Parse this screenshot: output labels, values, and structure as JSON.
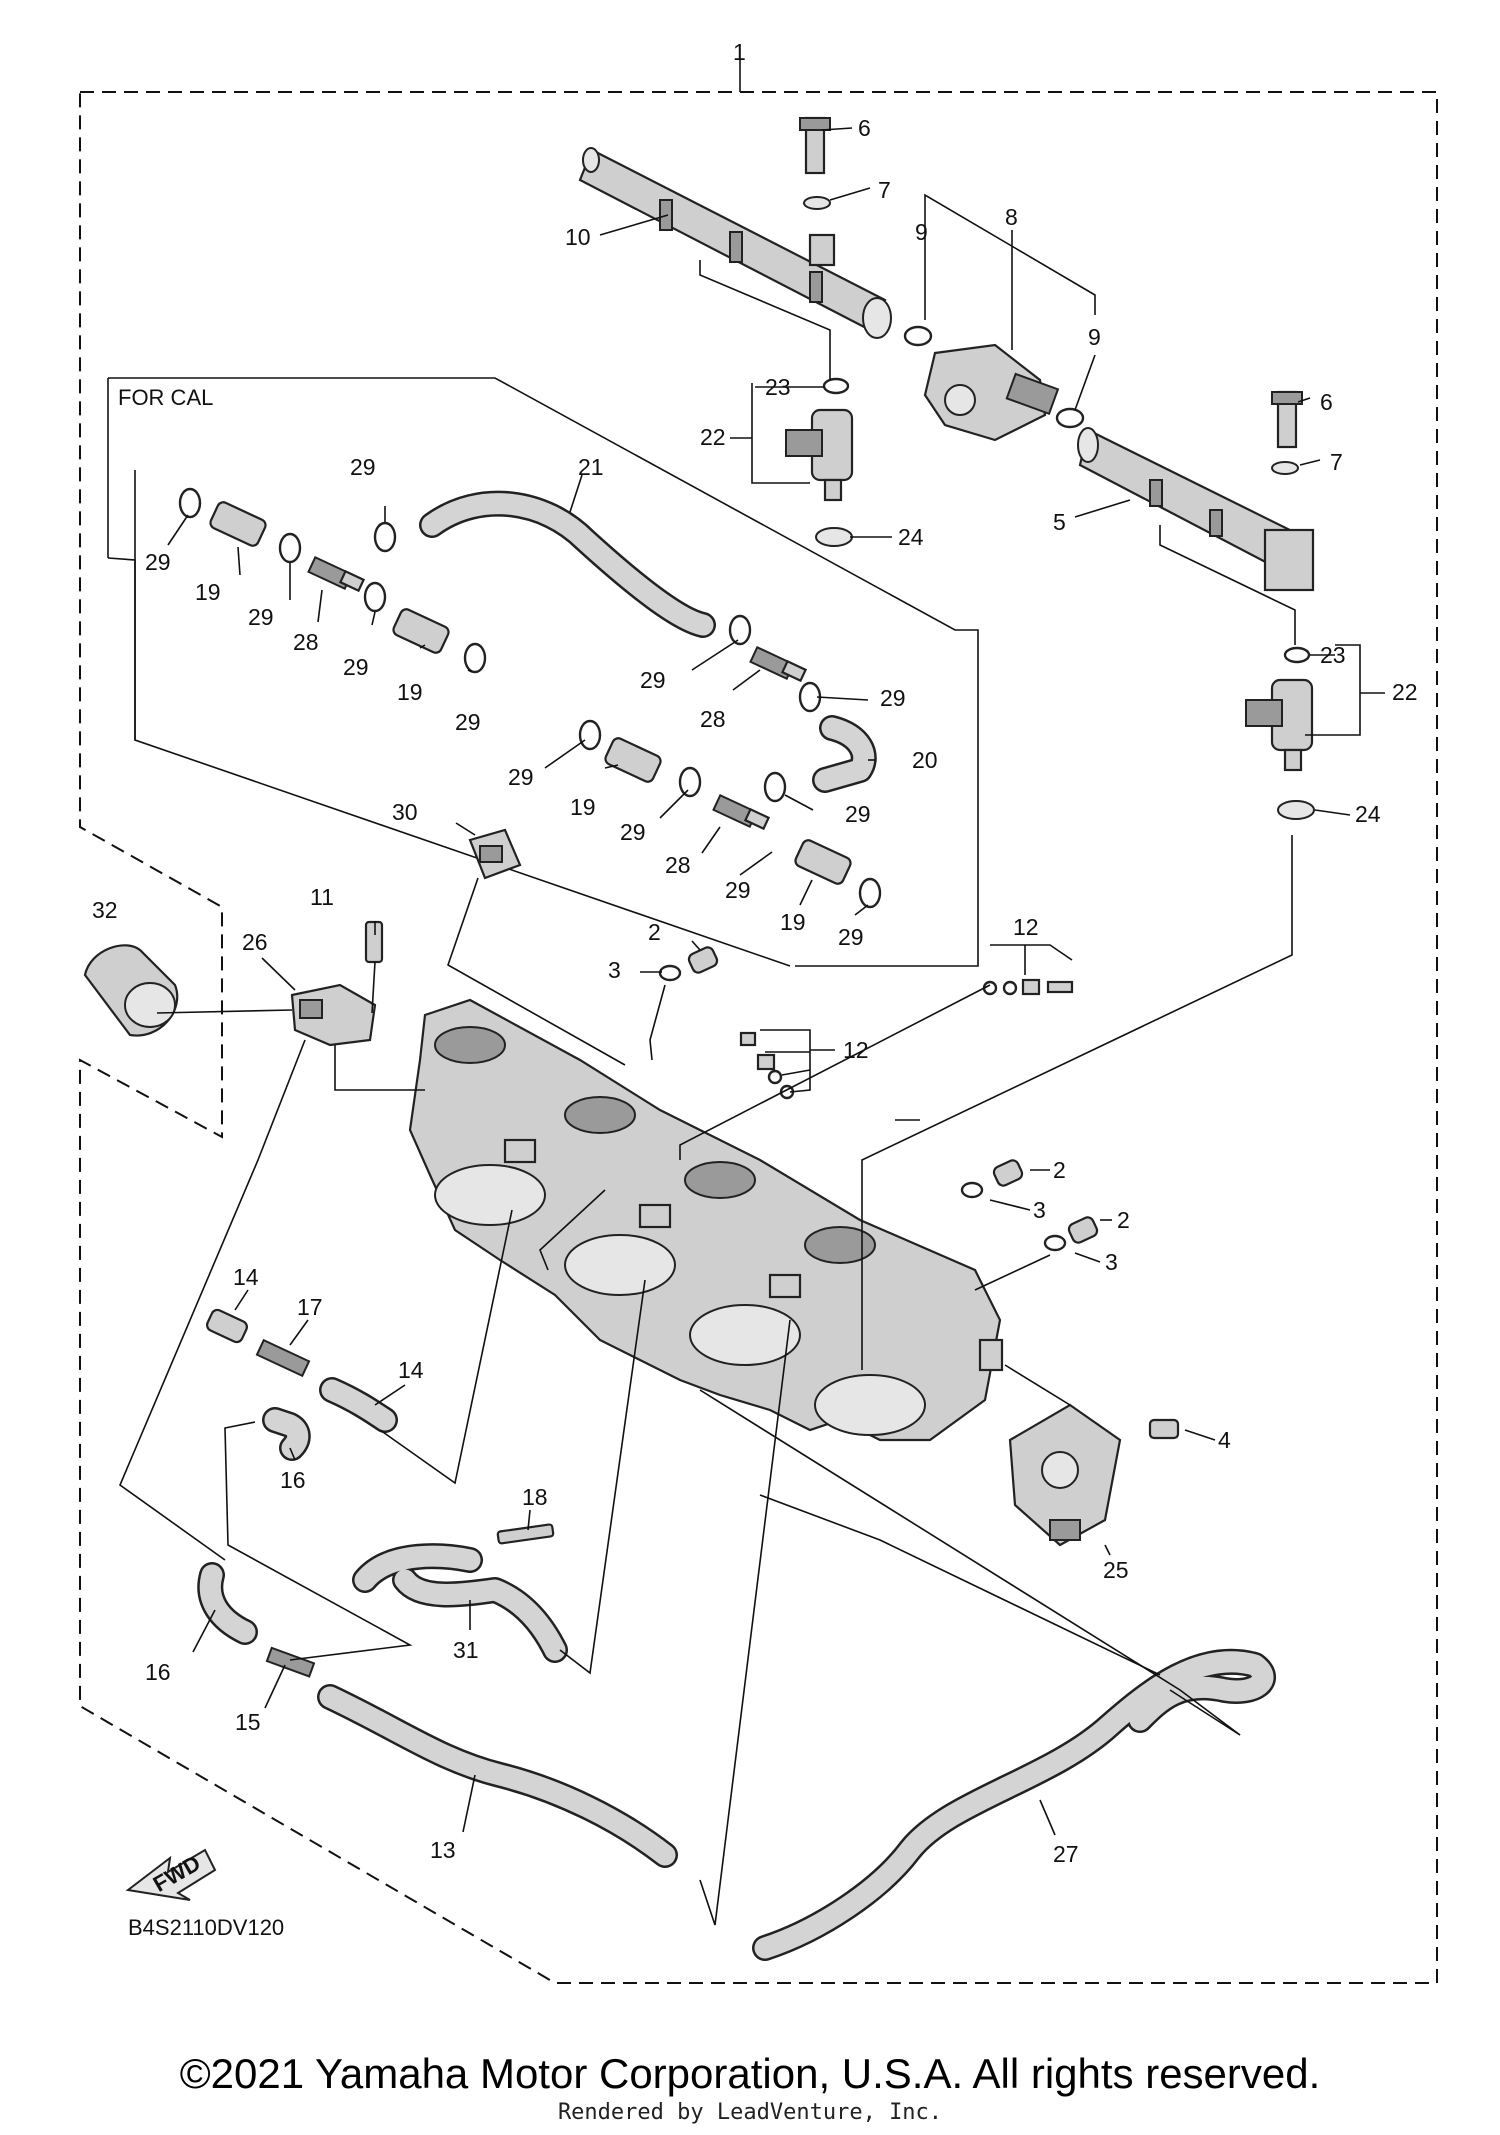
{
  "diagram": {
    "group_label": "FOR CAL",
    "diagram_code": "B4S2110DV120",
    "fwd_label": "FWD",
    "callouts": {
      "c1": "1",
      "c2a": "2",
      "c2b": "2",
      "c2c": "2",
      "c3a": "3",
      "c3b": "3",
      "c3c": "3",
      "c4": "4",
      "c5": "5",
      "c6a": "6",
      "c6b": "6",
      "c7a": "7",
      "c7b": "7",
      "c8": "8",
      "c9a": "9",
      "c9b": "9",
      "c10": "10",
      "c11": "11",
      "c12a": "12",
      "c12b": "12",
      "c13": "13",
      "c14a": "14",
      "c14b": "14",
      "c15": "15",
      "c16a": "16",
      "c16b": "16",
      "c17": "17",
      "c18": "18",
      "c19a": "19",
      "c19b": "19",
      "c19c": "19",
      "c19d": "19",
      "c20": "20",
      "c21": "21",
      "c22a": "22",
      "c22b": "22",
      "c23a": "23",
      "c23b": "23",
      "c24a": "24",
      "c24b": "24",
      "c25": "25",
      "c26": "26",
      "c27": "27",
      "c28a": "28",
      "c28b": "28",
      "c28c": "28",
      "c29a": "29",
      "c29b": "29",
      "c29c": "29",
      "c29d": "29",
      "c29e": "29",
      "c29f": "29",
      "c29g": "29",
      "c29h": "29",
      "c29i": "29",
      "c29j": "29",
      "c29k": "29",
      "c30": "30",
      "c31": "31",
      "c32": "32"
    }
  },
  "footer": {
    "copyright": "©2021 Yamaha Motor Corporation, U.S.A. All rights reserved.",
    "rendered_by": "Rendered by LeadVenture, Inc."
  }
}
